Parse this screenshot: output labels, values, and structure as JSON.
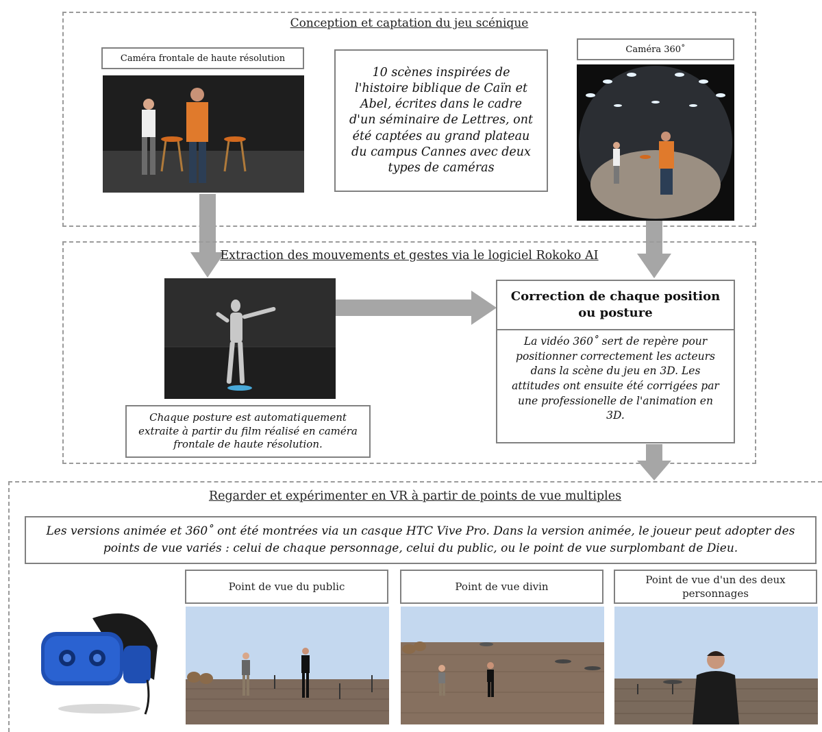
{
  "section1": {
    "title": "Conception et captation du jeu scénique",
    "frontal_camera_label": "Caméra frontale de haute résolution",
    "camera360_label": "Caméra 360˚",
    "scenes_text": "10 scènes inspirées de l'histoire biblique de Caïn et Abel, écrites dans le cadre d'un séminaire de Lettres, ont été captées au grand plateau du campus Cannes avec deux types de caméras"
  },
  "section2": {
    "title": "Extraction des mouvements et gestes via le logiciel Rokoko AI",
    "posture_text": "Chaque posture est automatiquement extraite à partir du film réalisé en caméra frontale de haute résolution.",
    "correction_title": "Correction de chaque position ou posture",
    "correction_text": "La vidéo 360˚ sert de repère pour positionner correctement les acteurs dans la scène  du jeu en 3D. Les attitudes ont ensuite été corrigées par une professionelle de l'animation en 3D."
  },
  "section3": {
    "title": "Regarder et expérimenter en VR à partir de points de vue multiples",
    "versions_text": "Les versions animée et 360˚ ont été montrées via un casque HTC Vive Pro. Dans la version animée, le joueur peut adopter des points de vue variés : celui de chaque personnage, celui du public, ou le point de vue surplombant de Dieu.",
    "pov_public": "Point de vue du public",
    "pov_divin": "Point de vue divin",
    "pov_personnage": "Point de vue d'un des deux personnages"
  }
}
